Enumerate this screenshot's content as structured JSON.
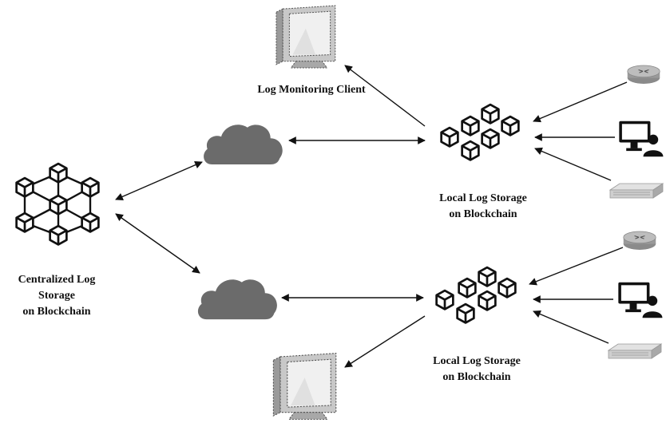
{
  "labels": {
    "central": [
      "Centralized Log",
      "Storage",
      "on Blockchain"
    ],
    "monitor_top": "Log Monitoring Client",
    "local_top": [
      "Local Log Storage",
      "on Blockchain"
    ],
    "local_bottom": [
      "Local Log Storage",
      "on Blockchain"
    ]
  },
  "icons": {
    "central": "blockchain-network-icon",
    "local": "blockchain-cluster-icon",
    "cloud": "cloud-icon",
    "monitor": "monitor-client-icon",
    "router": "router-icon",
    "workstation": "user-workstation-icon",
    "server": "rack-server-icon"
  },
  "colors": {
    "cloud": "#6b6b6b",
    "line": "#111111",
    "device": "#9a9a9a"
  }
}
